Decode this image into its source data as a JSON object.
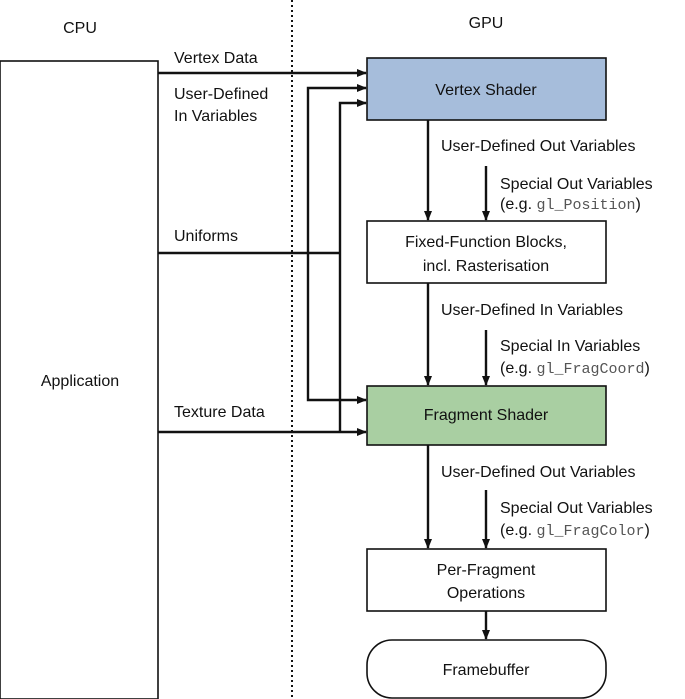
{
  "headers": {
    "cpu": "CPU",
    "gpu": "GPU"
  },
  "application": {
    "label": "Application"
  },
  "inputs": {
    "vertex_data": "Vertex Data",
    "user_in_line1": "User-Defined",
    "user_in_line2": "In Variables",
    "uniforms": "Uniforms",
    "texture_data": "Texture Data"
  },
  "stages": {
    "vertex_shader": {
      "label": "Vertex Shader",
      "fill": "#a6bddb"
    },
    "fixed_function": {
      "line1": "Fixed-Function Blocks,",
      "line2": "incl. Rasterisation"
    },
    "fragment_shader": {
      "label": "Fragment Shader",
      "fill": "#a9cfa2"
    },
    "per_fragment": {
      "line1": "Per-Fragment",
      "line2": "Operations"
    },
    "framebuffer": {
      "label": "Framebuffer"
    }
  },
  "edges": {
    "vs_user_out": "User-Defined Out Variables",
    "vs_special_out": "Special Out Variables",
    "vs_special_out_eg_prefix": "(e.g. ",
    "vs_special_out_eg_code": "gl_Position",
    "vs_special_out_eg_suffix": ")",
    "ff_user_in": "User-Defined In Variables",
    "ff_special_in": "Special In Variables",
    "ff_special_in_eg_prefix": "(e.g. ",
    "ff_special_in_eg_code": "gl_FragCoord",
    "ff_special_in_eg_suffix": ")",
    "fs_user_out": "User-Defined Out Variables",
    "fs_special_out": "Special Out Variables",
    "fs_special_out_eg_prefix": "(e.g. ",
    "fs_special_out_eg_code": "gl_FragColor",
    "fs_special_out_eg_suffix": ")"
  }
}
